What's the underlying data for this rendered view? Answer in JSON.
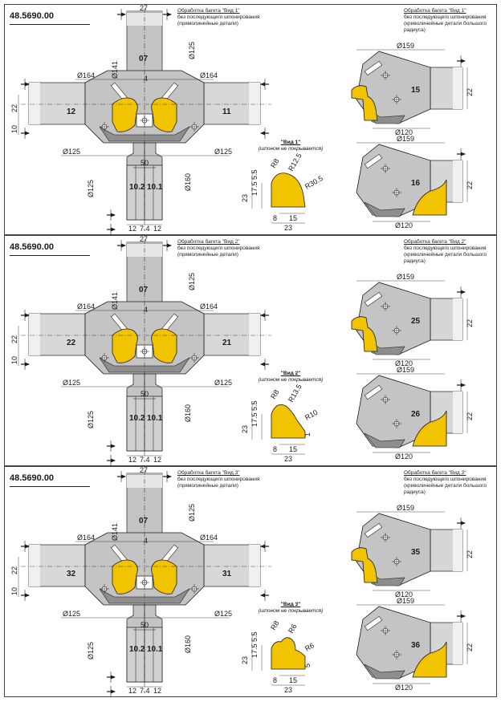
{
  "code": "48.5690.00",
  "center_dims": {
    "w27": "27",
    "w4": "4",
    "w50": "50",
    "d141": "Ø141",
    "d125": "Ø125",
    "d164": "Ø164",
    "d160": "Ø160",
    "h22": "22",
    "h10": "10",
    "b12a": "12",
    "b74": "7.4",
    "b12b": "12"
  },
  "left_labels": {
    "top": "07",
    "bl": "10.2",
    "br": "10.1"
  },
  "profile_dims": {
    "a23": "23",
    "a8": "8",
    "a15": "15",
    "a55": "5.5",
    "a175": "17.5"
  },
  "right_dims": {
    "d159": "Ø159",
    "d120": "Ø120",
    "h22": "22"
  },
  "panels": [
    {
      "left_note_title": "Обработка багета \"Вид 1\"",
      "left_note_lines": [
        "без последующего шпонирования",
        "(прямолинейные детали)"
      ],
      "right_note_title": "Обработка багета \"Вид 1\"",
      "right_note_lines": [
        "без последующего шпонирования",
        "(криволинейные детали большого",
        "радиуса)"
      ],
      "knife_left": "12",
      "knife_right": "11",
      "cap_title": "\"Вид 1\"",
      "cap_sub": "(шпоном не покрывается)",
      "radii": [
        "R8",
        "R12.5",
        "R30.5"
      ],
      "extra": [],
      "upper_cutter": "15",
      "lower_cutter": "16"
    },
    {
      "left_note_title": "Обработка багета \"Вид 2\"",
      "left_note_lines": [
        "без последующего шпонирования",
        "(прямолинейные детали)"
      ],
      "right_note_title": "Обработка багета \"Вид 2\"",
      "right_note_lines": [
        "без последующего шпонирования",
        "(криволинейные детали большого",
        "радиуса)"
      ],
      "knife_left": "22",
      "knife_right": "21",
      "cap_title": "\"Вид 2\"",
      "cap_sub": "(шпоном не покрывается)",
      "radii": [
        "R8",
        "R13.5",
        "R10"
      ],
      "extra": [
        "1"
      ],
      "upper_cutter": "25",
      "lower_cutter": "26"
    },
    {
      "left_note_title": "Обработка багета \"Вид 3\"",
      "left_note_lines": [
        "без последующего шпонирования",
        "(прямолинейные детали)"
      ],
      "right_note_title": "Обработка багета \"Вид 3\"",
      "right_note_lines": [
        "без последующего шпонирования",
        "(криволинейные детали большого",
        "радиуса)"
      ],
      "knife_left": "32",
      "knife_right": "31",
      "cap_title": "\"Вид 3\"",
      "cap_sub": "(шпоном не покрывается)",
      "radii": [
        "R8",
        "R6",
        "R6"
      ],
      "extra": [
        "5"
      ],
      "upper_cutter": "35",
      "lower_cutter": "36"
    }
  ],
  "colors": {
    "gold": "#f2c300",
    "steel": "#c4c4c4",
    "steel_dark": "#8e8e8e",
    "line": "#1a1a1a"
  }
}
